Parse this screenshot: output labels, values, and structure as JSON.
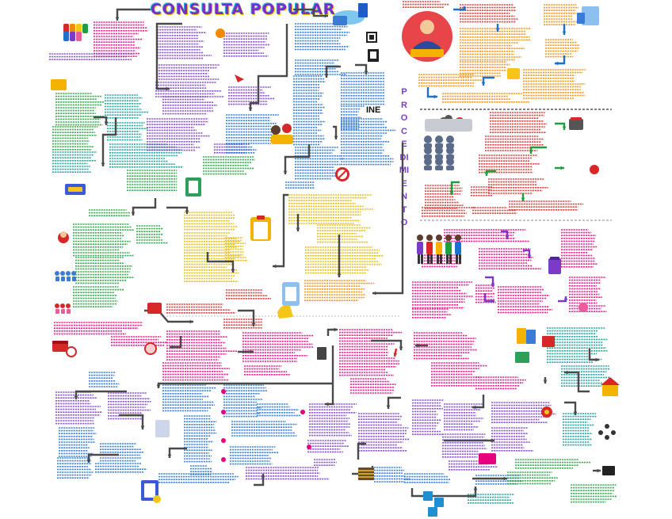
{
  "header": {
    "title": "CONSULTA POPULAR"
  },
  "side_heading": {
    "word": "PROCEDIMIENTO"
  },
  "logos": {
    "ine": "INE"
  },
  "colors": {
    "pink": "#e6007e",
    "purple": "#7a3cc8",
    "blue": "#1f6fd1",
    "green": "#1e9e3c",
    "orange": "#f08a00",
    "teal": "#0a9b95",
    "red": "#d62828",
    "yellow": "#e2b800",
    "arrow": "#4a4a4a"
  },
  "icons": [
    "raised-hands-icon",
    "cloud-icon",
    "qr-code-icon",
    "voter-avatar-icon",
    "briefcase-icon",
    "clipboard-icon",
    "tablet-checklist-icon",
    "megaphone-icon",
    "people-group-icon",
    "ballot-box-icon",
    "house-icon",
    "scales-icon",
    "document-icon"
  ]
}
